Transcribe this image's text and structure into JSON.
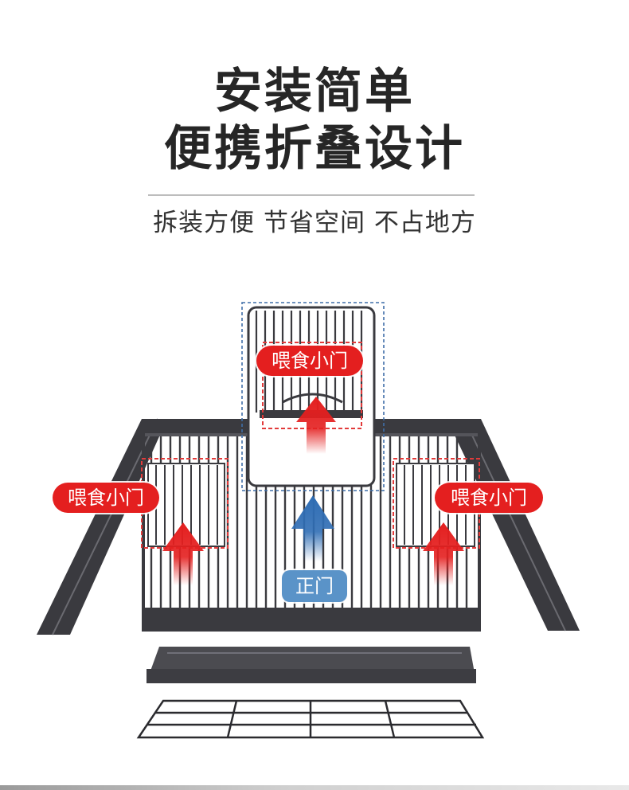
{
  "headline": {
    "line1": "安装简单",
    "line2": "便携折叠设计"
  },
  "subtitle": "拆装方便 节省空间 不占地方",
  "labels": {
    "top_door": "喂食小门",
    "left_door": "喂食小门",
    "right_door": "喂食小门",
    "front_door": "正门"
  },
  "colors": {
    "cage_dark": "#3a3a3f",
    "tray": "#4b4b50",
    "red_accent": "#e41f1f",
    "blue_accent": "#2f6db4",
    "dashed_red": "#e23b3b",
    "dashed_blue": "#3f6ea8"
  }
}
